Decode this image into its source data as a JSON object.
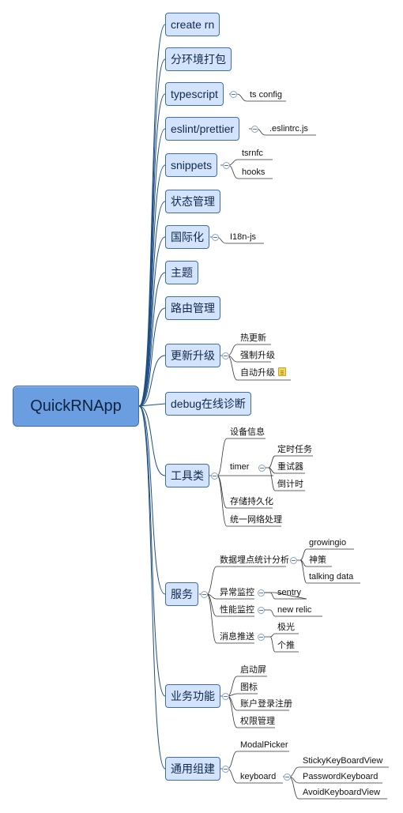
{
  "root": "QuickRNApp",
  "topics": {
    "create_rn": "create rn",
    "env_pack": "分环境打包",
    "typescript": "typescript",
    "eslint": "eslint/prettier",
    "snippets": "snippets",
    "state": "状态管理",
    "i18n": "国际化",
    "theme": "主题",
    "router": "路由管理",
    "update": "更新升级",
    "debug": "debug在线诊断",
    "tools": "工具类",
    "services": "服务",
    "business": "业务功能",
    "components": "通用组建"
  },
  "subs": {
    "ts_config": "ts config",
    "eslintrc": ".eslintrc.js",
    "tsrnfc": "tsrnfc",
    "hooks": "hooks",
    "i18n_js": "I18n-js",
    "hot_update": "热更新",
    "force_upgrade": "强制升级",
    "auto_upgrade": "自动升级",
    "device_info": "设备信息",
    "timer": "timer",
    "timed_task": "定时任务",
    "retryer": "重试器",
    "countdown": "倒计时",
    "persistence": "存储持久化",
    "network": "统一网络处理",
    "analytics": "数据埋点统计分析",
    "growingio": "growingio",
    "shence": "神策",
    "talking_data": "talking data",
    "error_monitor": "异常监控",
    "sentry": "sentry",
    "perf_monitor": "性能监控",
    "new_relic": "new relic",
    "push": "消息推送",
    "jiguang": "极光",
    "getui": "个推",
    "splash": "启动屏",
    "icon": "图标",
    "account": "账户登录注册",
    "permission": "权限管理",
    "modal_picker": "ModalPicker",
    "keyboard": "keyboard",
    "sticky_kb": "StickyKeyBoardView",
    "password_kb": "PasswordKeyboard",
    "avoid_kb": "AvoidKeyboardView"
  },
  "colors": {
    "root_fill": "#6a9ee0",
    "topic_fill": "#d3e3fb",
    "line": "#3d6dab"
  }
}
